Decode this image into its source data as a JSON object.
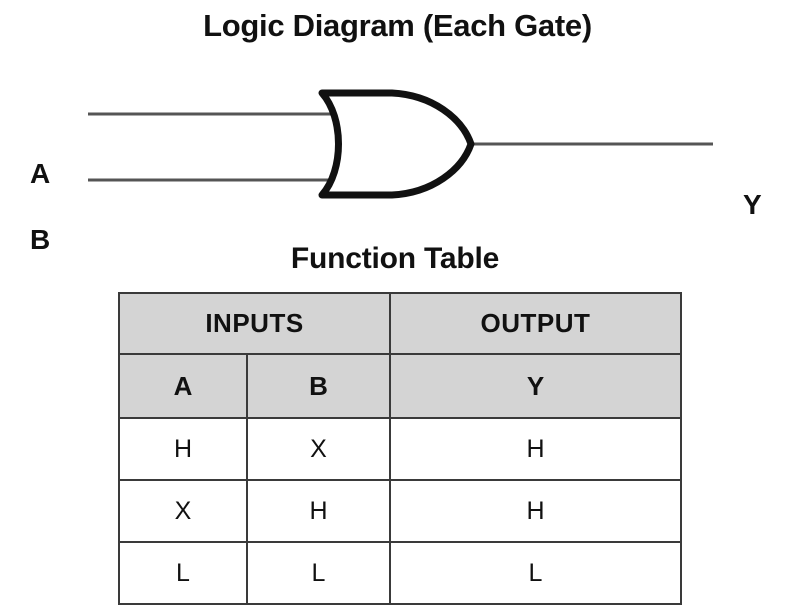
{
  "diagram": {
    "title": "Logic Diagram (Each Gate)",
    "gate_type": "or-gate",
    "inputs": [
      {
        "label": "A"
      },
      {
        "label": "B"
      }
    ],
    "output": {
      "label": "Y"
    }
  },
  "table": {
    "title": "Function Table",
    "group_headers": [
      {
        "label": "INPUTS",
        "span": 2
      },
      {
        "label": "OUTPUT",
        "span": 1
      }
    ],
    "column_headers": [
      "A",
      "B",
      "Y"
    ],
    "rows": [
      [
        "H",
        "X",
        "H"
      ],
      [
        "X",
        "H",
        "H"
      ],
      [
        "L",
        "L",
        "L"
      ]
    ],
    "header_bg": "#d4d4d4",
    "border_color": "#3a3a3a"
  }
}
